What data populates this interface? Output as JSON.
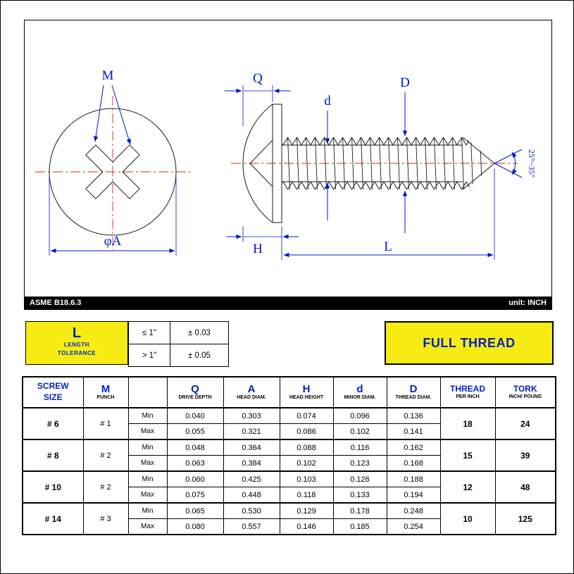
{
  "colors": {
    "yellow": "#F6EC13",
    "blue": "#0522C8",
    "dimension_blue": "#0018C8",
    "centerline_red": "#D42B1E"
  },
  "drawing": {
    "labels": {
      "m": "M",
      "q": "Q",
      "d_major": "D",
      "d_minor": "d",
      "phi_a": "φA",
      "h": "H",
      "l": "L",
      "angle": "25°~35°"
    },
    "footer": {
      "standard": "ASME B18.6.3",
      "unit": "unit: INCH"
    }
  },
  "tolerance": {
    "title_letter": "L",
    "title_line1": "LENGTH",
    "title_line2": "TOLERANCE",
    "rows": [
      {
        "cond": "≤ 1\"",
        "val": "± 0.03"
      },
      {
        "cond": "> 1\"",
        "val": "± 0.05"
      }
    ]
  },
  "full_thread_label": "FULL THREAD",
  "spec_table": {
    "headers": {
      "size_line1": "SCREW",
      "size_line2": "SIZE",
      "m_main": "M",
      "m_sub": "PUNCH",
      "q_main": "Q",
      "q_sub": "DRIVE DEPTH",
      "a_main": "A",
      "a_sub": "HEAD DIAM.",
      "h_main": "H",
      "h_sub": "HEAD HEIGHT",
      "dmin_main": "d",
      "dmin_sub": "MINOR DIAM.",
      "dmaj_main": "D",
      "dmaj_sub": "THREAD DIAM.",
      "thread_main": "THREAD",
      "thread_sub": "PER INCH",
      "tork_main": "TORK",
      "tork_sub": "INCH/ POUND"
    },
    "row_labels": {
      "min": "Min",
      "max": "Max"
    },
    "groups": [
      {
        "size": "# 6",
        "punch": "# 1",
        "min": [
          "0.040",
          "0.303",
          "0.074",
          "0.096",
          "0.136"
        ],
        "max": [
          "0.055",
          "0.321",
          "0.086",
          "0.102",
          "0.141"
        ],
        "thread": "18",
        "tork": "24"
      },
      {
        "size": "# 8",
        "punch": "# 2",
        "min": [
          "0.048",
          "0.364",
          "0.088",
          "0.116",
          "0.162"
        ],
        "max": [
          "0.063",
          "0.384",
          "0.102",
          "0.123",
          "0.168"
        ],
        "thread": "15",
        "tork": "39"
      },
      {
        "size": "# 10",
        "punch": "# 2",
        "min": [
          "0.060",
          "0.425",
          "0.103",
          "0.126",
          "0.188"
        ],
        "max": [
          "0.075",
          "0.448",
          "0.118",
          "0.133",
          "0.194"
        ],
        "thread": "12",
        "tork": "48"
      },
      {
        "size": "# 14",
        "punch": "# 3",
        "min": [
          "0.065",
          "0.530",
          "0.129",
          "0.178",
          "0.248"
        ],
        "max": [
          "0.080",
          "0.557",
          "0.146",
          "0.185",
          "0.254"
        ],
        "thread": "10",
        "tork": "125"
      }
    ]
  }
}
